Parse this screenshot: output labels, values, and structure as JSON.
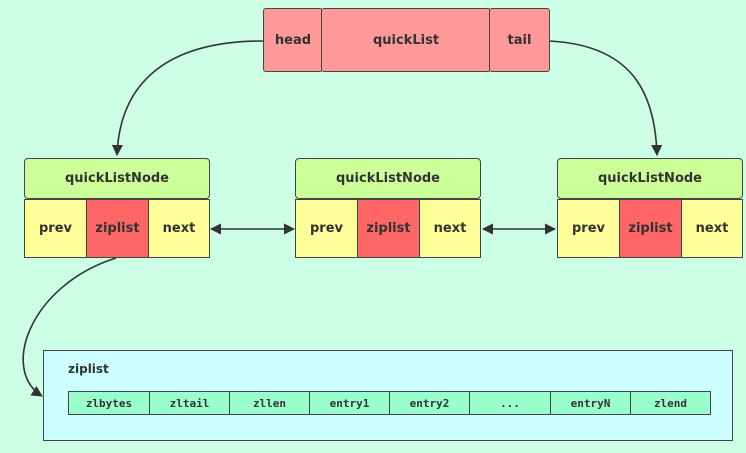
{
  "quicklist": {
    "head_label": "head",
    "title_label": "quickList",
    "tail_label": "tail"
  },
  "nodes": [
    {
      "title": "quickListNode",
      "prev": "prev",
      "ziplist": "ziplist",
      "next": "next"
    },
    {
      "title": "quickListNode",
      "prev": "prev",
      "ziplist": "ziplist",
      "next": "next"
    },
    {
      "title": "quickListNode",
      "prev": "prev",
      "ziplist": "ziplist",
      "next": "next"
    }
  ],
  "ziplist": {
    "title": "ziplist",
    "fields": [
      "zlbytes",
      "zltail",
      "zllen",
      "entry1",
      "entry2",
      "...",
      "entryN",
      "zlend"
    ]
  },
  "colors": {
    "background": "#ccffe6",
    "quicklist_fill": "#ff9999",
    "node_header_fill": "#ccff99",
    "pointer_cell_fill": "#ffff99",
    "ziplist_cell_fill": "#ff6666",
    "ziplist_container_fill": "#ccffff",
    "ziplist_field_fill": "#99ffcc"
  }
}
